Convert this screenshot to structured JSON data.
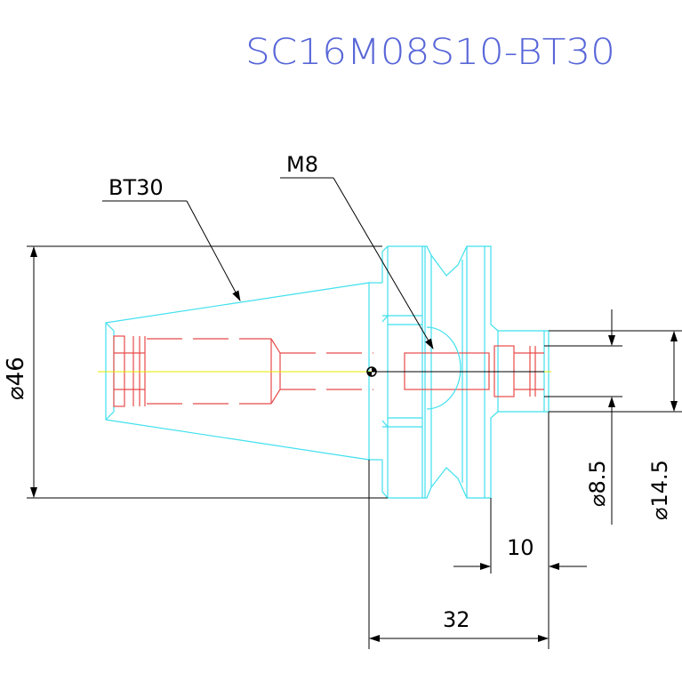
{
  "title": "SC16M08S10-BT30",
  "labels": {
    "taper": "BT30",
    "thread": "M8",
    "flange_diameter": "⌀46",
    "shank_inner_diameter": "⌀8.5",
    "shank_outer_diameter": "⌀14.5",
    "shank_length": "10",
    "overall_length": "32"
  },
  "colors": {
    "title": "#5866d8",
    "body_outline": "#3fe0ee",
    "hidden_lines": "#e84a4a",
    "centerline": "#e8e800",
    "dimensions": "#000000"
  }
}
